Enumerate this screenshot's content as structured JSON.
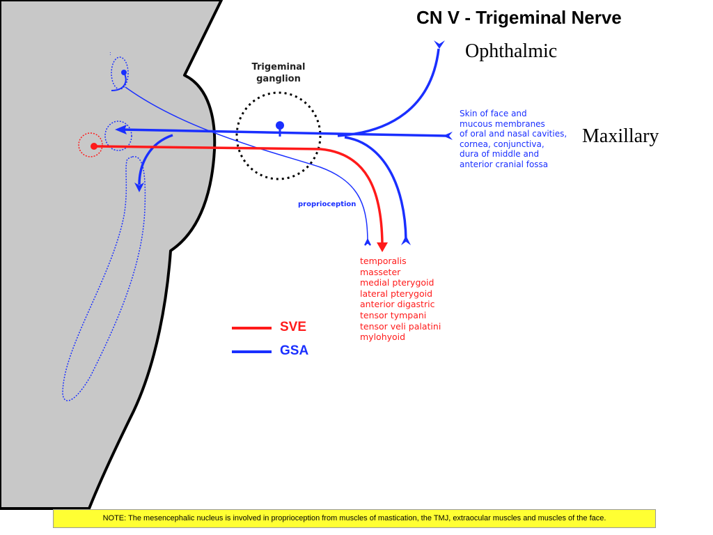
{
  "title": "CN V - Trigeminal Nerve",
  "branches": {
    "ophthalmic": "Ophthalmic",
    "maxillary": "Maxillary"
  },
  "ganglion_label": [
    "Trigeminal",
    "ganglion"
  ],
  "sensory_targets": [
    "Skin of face and",
    "mucous membranes",
    "of oral and nasal cavities,",
    "cornea, conjunctiva,",
    "dura of middle and",
    "anterior cranial fossa"
  ],
  "proprioception_label": "proprioception",
  "muscles": [
    "temporalis",
    "masseter",
    "medial pterygoid",
    "lateral pterygoid",
    "anterior digastric",
    "tensor tympani",
    "tensor veli palatini",
    "mylohyoid"
  ],
  "legend": [
    {
      "label": "SVE",
      "color": "#ff1a1a"
    },
    {
      "label": "GSA",
      "color": "#1a2fff"
    }
  ],
  "note": "NOTE: The mesencephalic nucleus is involved in proprioception from muscles of mastication, the TMJ, extraocular muscles and muscles of the face.",
  "colors": {
    "sve": "#ff1a1a",
    "gsa": "#1a2fff",
    "brainstem_fill": "#c8c8c8",
    "note_background": "#ffff33"
  }
}
